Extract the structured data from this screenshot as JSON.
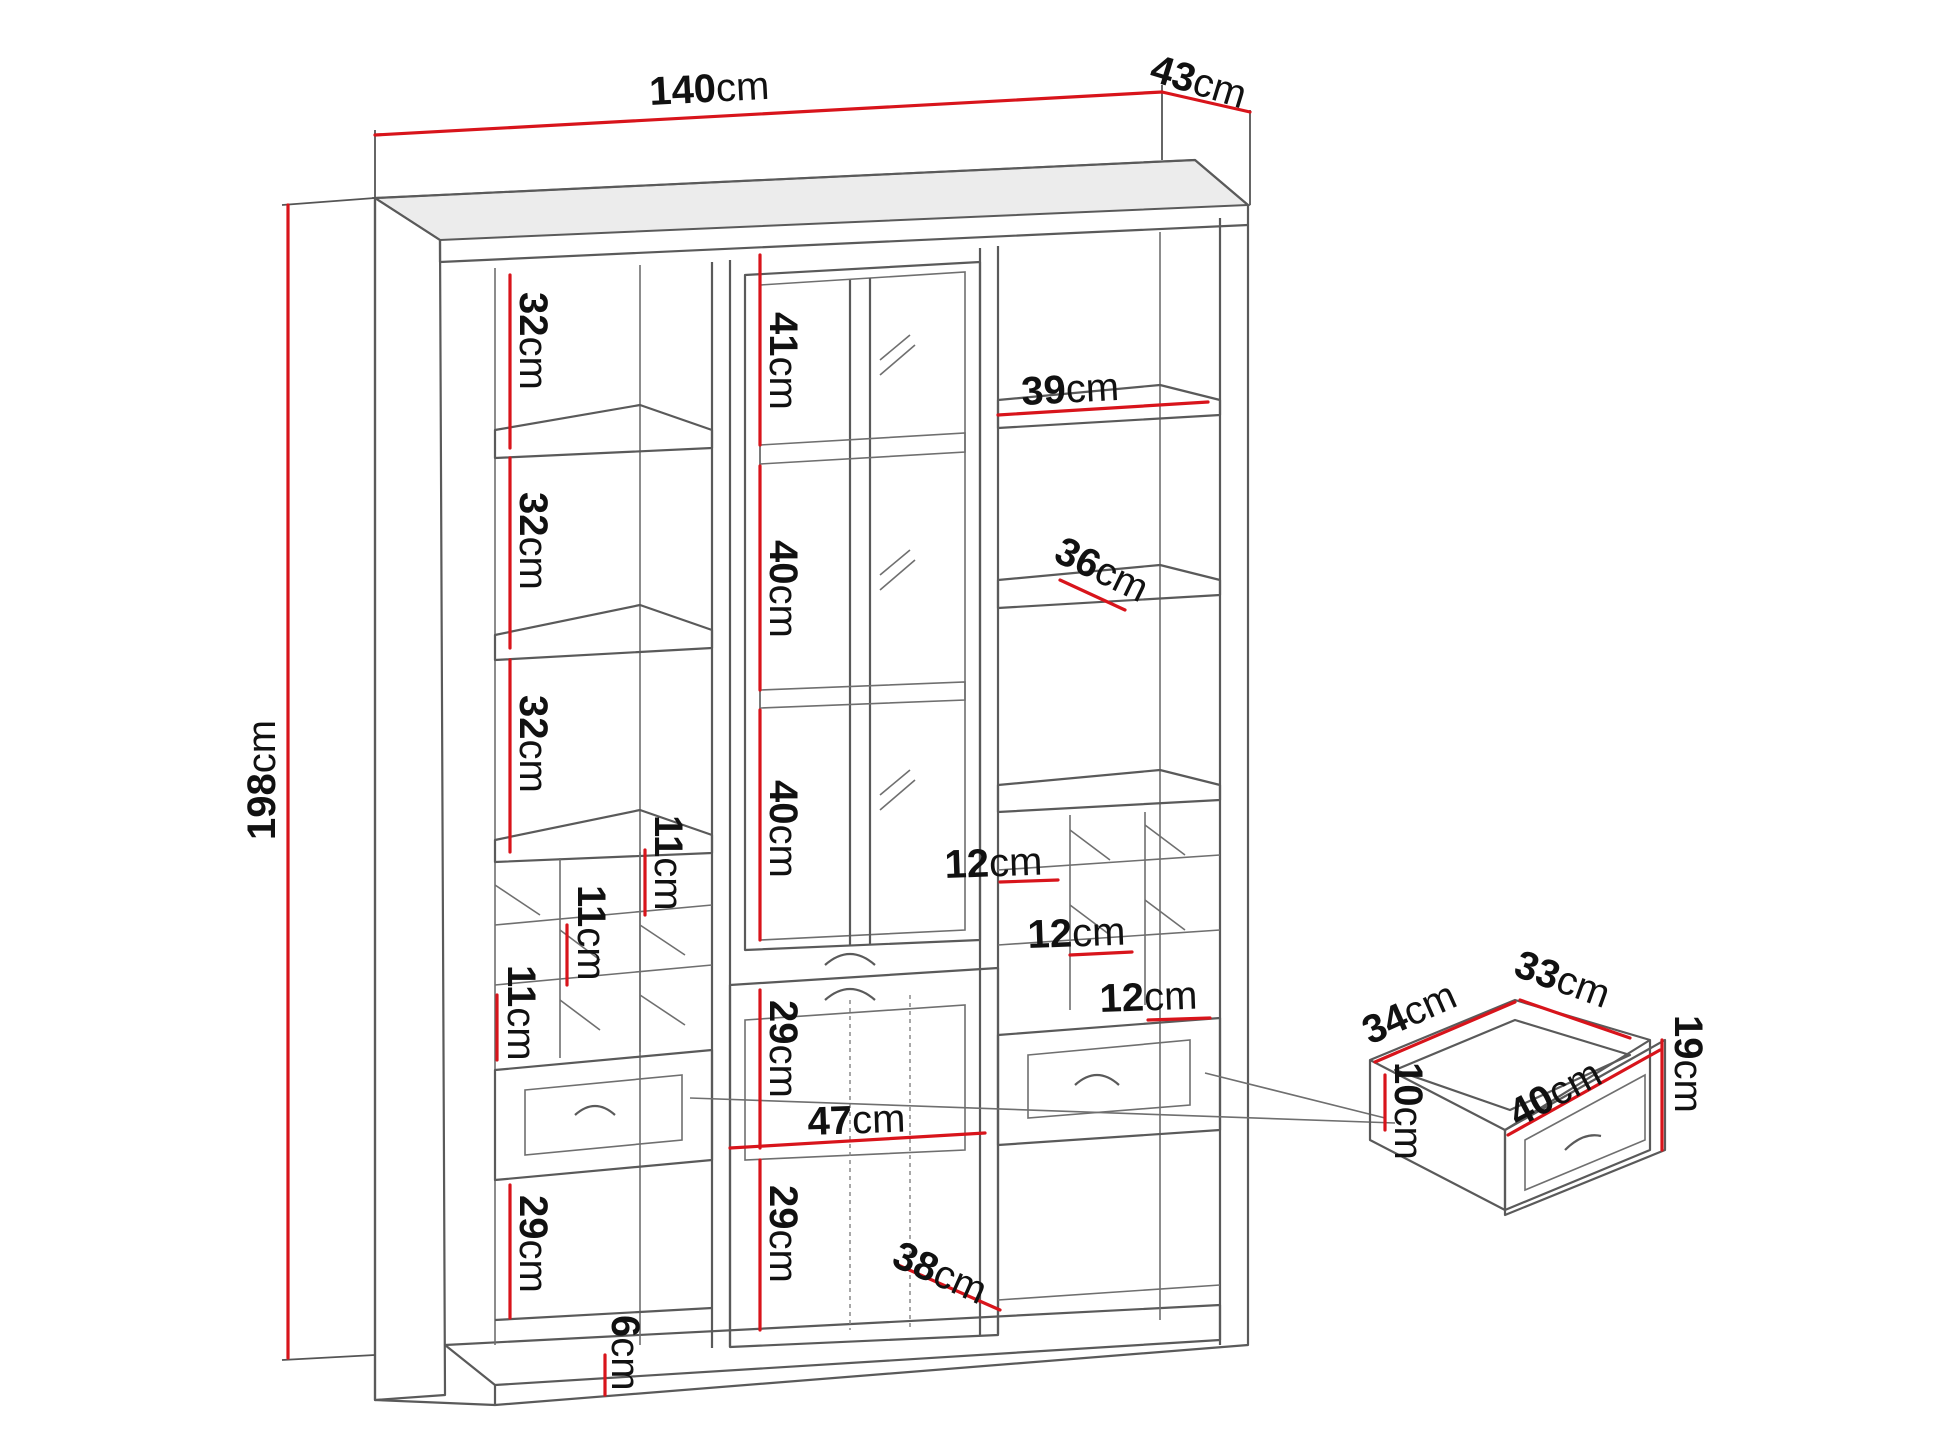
{
  "dimensions": {
    "width": {
      "value": "140",
      "unit": "cm"
    },
    "depth": {
      "value": "43",
      "unit": "cm"
    },
    "height": {
      "value": "198",
      "unit": "cm"
    },
    "left_section": {
      "compartment_1": {
        "value": "32",
        "unit": "cm"
      },
      "compartment_2": {
        "value": "32",
        "unit": "cm"
      },
      "compartment_3": {
        "value": "32",
        "unit": "cm"
      },
      "cubby_right": {
        "value": "11",
        "unit": "cm"
      },
      "cubby_middle": {
        "value": "11",
        "unit": "cm"
      },
      "cubby_left": {
        "value": "11",
        "unit": "cm"
      },
      "bottom_compartment": {
        "value": "29",
        "unit": "cm"
      },
      "plinth": {
        "value": "6",
        "unit": "cm"
      }
    },
    "center_section": {
      "glass_top": {
        "value": "41",
        "unit": "cm"
      },
      "glass_middle": {
        "value": "40",
        "unit": "cm"
      },
      "glass_bottom": {
        "value": "40",
        "unit": "cm"
      },
      "door_upper": {
        "value": "29",
        "unit": "cm"
      },
      "inner_width": {
        "value": "47",
        "unit": "cm"
      },
      "door_lower": {
        "value": "29",
        "unit": "cm"
      },
      "inner_depth": {
        "value": "38",
        "unit": "cm"
      }
    },
    "right_section": {
      "shelf_width": {
        "value": "39",
        "unit": "cm"
      },
      "shelf_depth": {
        "value": "36",
        "unit": "cm"
      },
      "cubby_1": {
        "value": "12",
        "unit": "cm"
      },
      "cubby_2": {
        "value": "12",
        "unit": "cm"
      },
      "cubby_3": {
        "value": "12",
        "unit": "cm"
      }
    },
    "drawer": {
      "depth": {
        "value": "34",
        "unit": "cm"
      },
      "inner_width": {
        "value": "33",
        "unit": "cm"
      },
      "height": {
        "value": "19",
        "unit": "cm"
      },
      "inner_height": {
        "value": "10",
        "unit": "cm"
      },
      "front_width": {
        "value": "40",
        "unit": "cm"
      }
    }
  },
  "colors": {
    "dimension_line": "#d8141b",
    "outline": "#5a5a5a",
    "text": "#111111"
  }
}
